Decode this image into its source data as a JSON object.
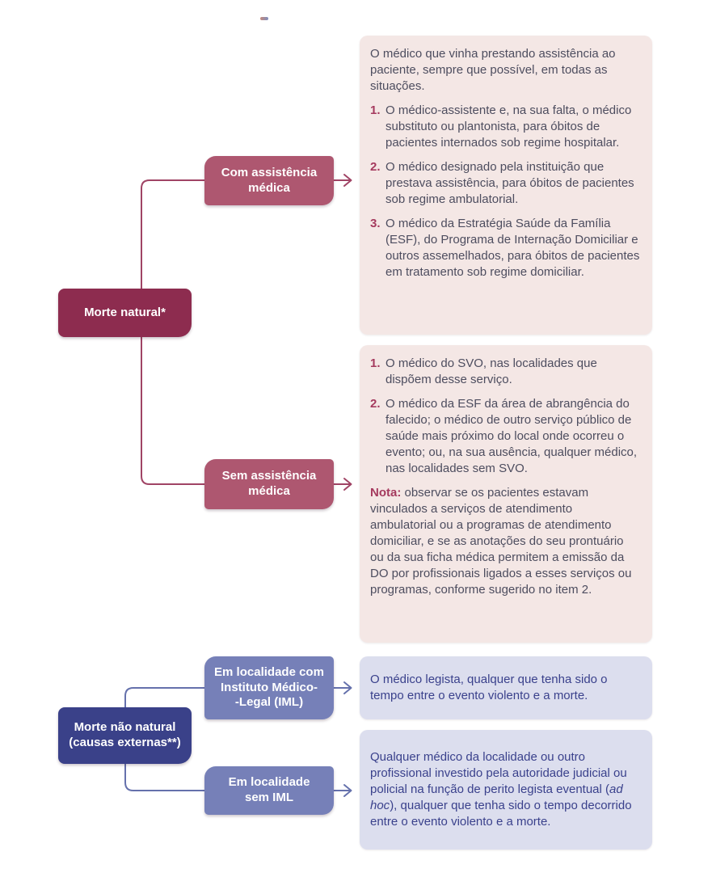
{
  "theme": {
    "maroon_dark": "#8d2c4f",
    "maroon_mid": "#ae5770",
    "maroon_accent": "#a53a5e",
    "maroon_line": "#a04465",
    "pink_bg": "#f4e7e5",
    "navy_dark": "#3a4189",
    "periwinkle": "#7680b8",
    "blue_line": "#6571ac",
    "lavender_bg": "#dcdeee",
    "text_dark": "#4d4d5f",
    "text_blue": "#3a418c"
  },
  "nodes": {
    "morte_natural": {
      "lines": [
        "Morte natural*"
      ]
    },
    "com_assistencia": {
      "lines": [
        "Com assistência",
        "médica"
      ]
    },
    "sem_assistencia": {
      "lines": [
        "Sem assistência",
        "médica"
      ]
    },
    "morte_nao_natural": {
      "lines": [
        "Morte não natural",
        "(causas externas**)"
      ]
    },
    "localidade_com_iml": {
      "lines": [
        "Em localidade com",
        "Instituto Médico-",
        "-Legal (IML)"
      ]
    },
    "localidade_sem_iml": {
      "lines": [
        "Em localidade",
        "sem IML"
      ]
    }
  },
  "panels": {
    "com_assistencia": {
      "intro": "O médico que vinha prestando assistência ao paciente, sempre que possível, em todas as situações.",
      "items": [
        {
          "num": "1.",
          "text": "O médico-assistente e, na sua falta, o médico substituto ou plantonista, para óbitos de pacientes internados sob regime hospitalar."
        },
        {
          "num": "2.",
          "text": "O médico designado pela instituição que prestava assistência, para óbitos de pacientes sob regime ambulatorial."
        },
        {
          "num": "3.",
          "text": "O médico da Estratégia Saúde da Família (ESF), do Programa de Internação Domiciliar e outros assemelhados, para óbitos de pacientes em tratamento sob regime domiciliar."
        }
      ]
    },
    "sem_assistencia": {
      "items": [
        {
          "num": "1.",
          "text": "O médico do SVO, nas localidades que dispõem desse serviço."
        },
        {
          "num": "2.",
          "text": "O médico da ESF da área de abrangência do falecido; o médico de outro serviço público de saúde mais próximo do local onde ocorreu o evento; ou, na sua ausência, qualquer médico, nas localidades sem SVO."
        }
      ],
      "note_label": "Nota:",
      "note_text": " observar se os pacientes estavam vinculados a serviços de atendimento ambulatorial ou a programas de atendimento domiciliar, e se as anotações do seu prontuário ou da sua ficha médica permitem a emissão da DO por profissionais ligados a esses serviços ou programas, conforme sugerido no item 2."
    },
    "com_iml": {
      "text": "O médico legista, qualquer que tenha sido o tempo entre o evento violento e a morte."
    },
    "sem_iml": {
      "pre": "Qualquer médico da localidade ou outro profissional investido pela autoridade judicial ou policial na função de perito legista eventual (",
      "italic": "ad hoc",
      "post": "), qualquer que tenha sido o tempo decorrido entre o evento violento e a morte."
    }
  }
}
